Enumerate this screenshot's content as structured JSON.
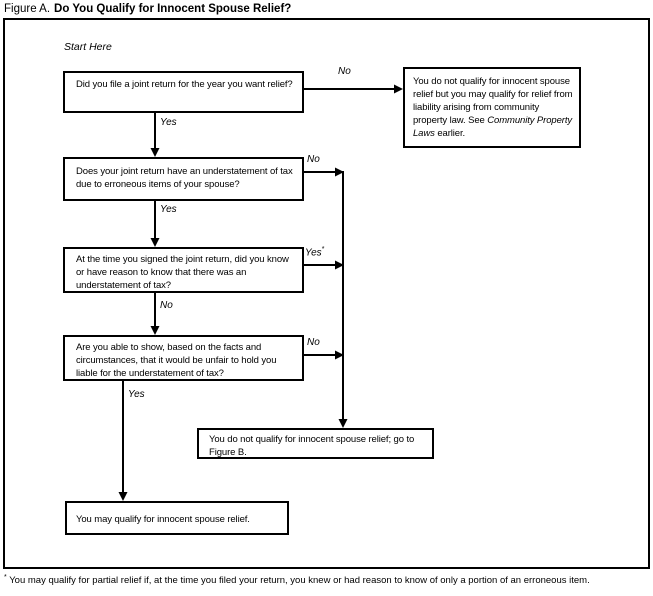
{
  "title": {
    "prefix": "Figure A.",
    "main": "Do You Qualify for Innocent Spouse Relief?"
  },
  "start_here": "Start Here",
  "nodes": {
    "q1": {
      "text": "Did you file a joint return for the year you want relief?"
    },
    "community": {
      "text_before": "You do not qualify for innocent spouse relief but you may qualify for relief from liability arising from community property law. See ",
      "text_italic": "Community Property Laws",
      "text_after": " earlier."
    },
    "q2": {
      "text": "Does your joint return have an understatement of tax due to erroneous items of your spouse?"
    },
    "q3": {
      "text": "At the time you signed the joint return, did you know or have reason to know that there was an understatement of tax?"
    },
    "q4": {
      "text": "Are you able to show, based on the facts and circumstances, that it would be unfair to hold you liable for the understatement of tax?"
    },
    "not_qualify": {
      "text": "You do not qualify for innocent spouse relief; go to Figure B."
    },
    "may_qualify": {
      "text": "You may qualify for innocent spouse relief."
    }
  },
  "edges": [
    {
      "from": "q1",
      "to": "community",
      "label": "No"
    },
    {
      "from": "q1",
      "to": "q2",
      "label": "Yes"
    },
    {
      "from": "q2",
      "to": "not_qualify",
      "label": "No"
    },
    {
      "from": "q2",
      "to": "q3",
      "label": "Yes"
    },
    {
      "from": "q3",
      "to": "not_qualify",
      "label": "Yes",
      "footnote_marker": "*"
    },
    {
      "from": "q3",
      "to": "q4",
      "label": "No"
    },
    {
      "from": "q4",
      "to": "not_qualify",
      "label": "No"
    },
    {
      "from": "q4",
      "to": "may_qualify",
      "label": "Yes"
    }
  ],
  "footnote": {
    "marker": "*",
    "text": "You may qualify for partial relief if, at the time you filed your return, you knew or had reason to know of only a portion of an erroneous item."
  },
  "colors": {
    "line": "#000000",
    "background": "#ffffff",
    "text": "#000000"
  }
}
